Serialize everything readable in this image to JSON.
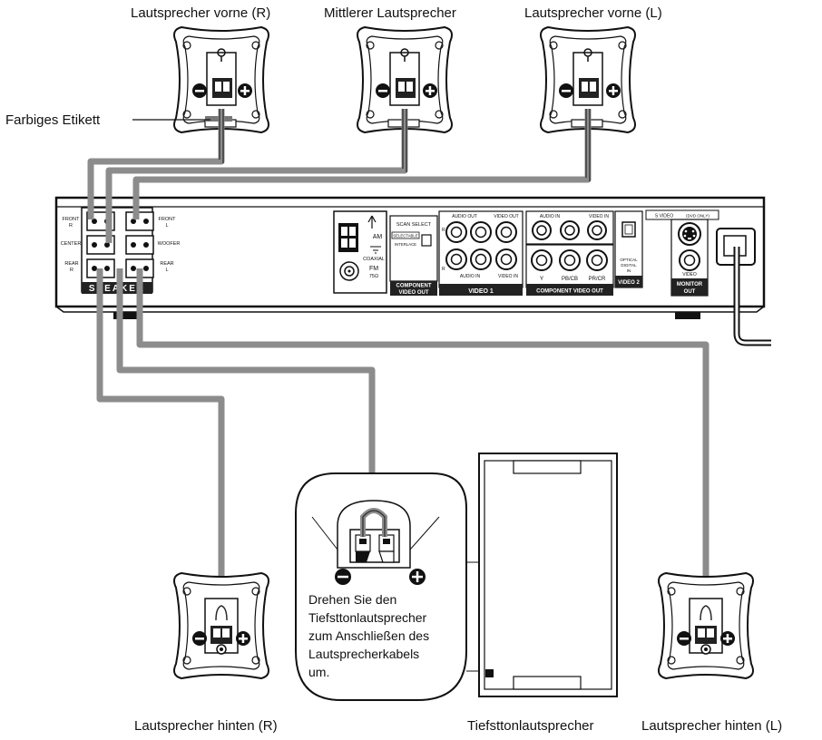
{
  "labels": {
    "front_right": "Lautsprecher vorne (R)",
    "center": "Mittlerer Lautsprecher",
    "front_left": "Lautsprecher vorne (L)",
    "color_label": "Farbiges Etikett",
    "rear_right": "Lautsprecher hinten (R)",
    "subwoofer": "Tiefsttonlautsprecher",
    "rear_left": "Lautsprecher hinten (L)"
  },
  "note_lines": [
    "Drehen Sie den",
    "Tiefsttonlautsprecher",
    "zum Anschließen des",
    "Lautsprecherkabels",
    "um."
  ],
  "panel": {
    "speaker_title": "SPEAKER",
    "front_r": [
      "FRONT",
      "R"
    ],
    "center": "CENTER",
    "rear_r": [
      "REAR",
      "R"
    ],
    "front_l": [
      "FRONT",
      "L"
    ],
    "woofer": "WOOFER",
    "rear_l": [
      "REAR",
      "L"
    ],
    "am": "AM",
    "coaxial": "COAXIAL",
    "fm": "FM",
    "ohm": "75Ω",
    "scan_select": "SCAN SELECT",
    "selectable": "SELECTABLE",
    "interlace": "INTERLACE",
    "component_video_out_a": "COMPONENT",
    "component_video_out_b": "VIDEO OUT",
    "audio_out": "AUDIO OUT",
    "video_out": "VIDEO OUT",
    "audio_in_v1": "AUDIO IN",
    "video_in_v1": "VIDEO IN",
    "video1": "VIDEO 1",
    "audio_in_v2": "AUDIO IN",
    "video_in_v2": "VIDEO IN",
    "y": "Y",
    "pb": "PB/CB",
    "pr": "PR/CR",
    "component_video_out_bar": "COMPONENT VIDEO OUT",
    "optical": [
      "OPTICAL",
      "DIGITAL",
      "IN"
    ],
    "video2": "VIDEO 2",
    "s_video": "S  VIDEO",
    "dvd_only": "(DVD ONLY)",
    "video": "VIDEO",
    "monitor_out": [
      "MONITOR",
      "OUT"
    ],
    "r": "R",
    "l": "L"
  }
}
